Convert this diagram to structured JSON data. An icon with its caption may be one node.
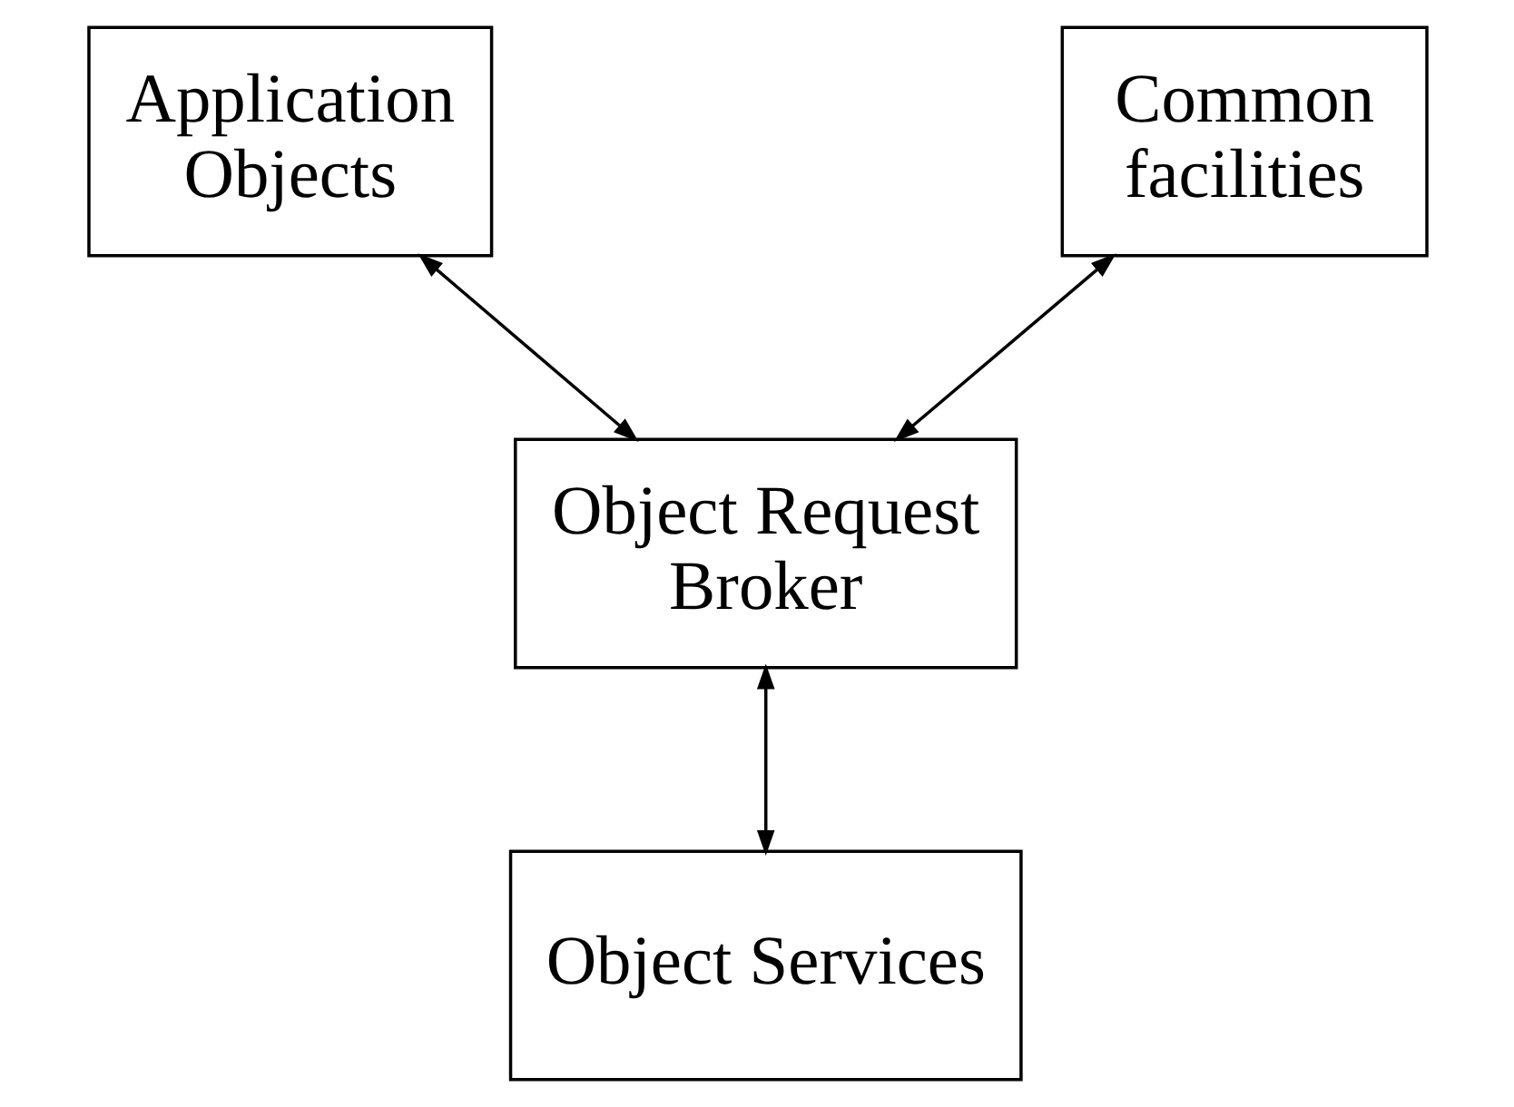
{
  "diagram": {
    "nodes": [
      {
        "text": [
          "Application Objects"
        ]
      },
      {
        "text": [
          "Common facilities"
        ]
      },
      {
        "text": [
          "Object Request Broker"
        ]
      },
      {
        "text": [
          "Object Services"
        ]
      }
    ],
    "edges": [
      {
        "from": 0,
        "to": 2,
        "arrow": "both"
      },
      {
        "from": 1,
        "to": 2,
        "arrow": "both"
      },
      {
        "from": 2,
        "to": 3,
        "arrow": "both"
      }
    ]
  }
}
